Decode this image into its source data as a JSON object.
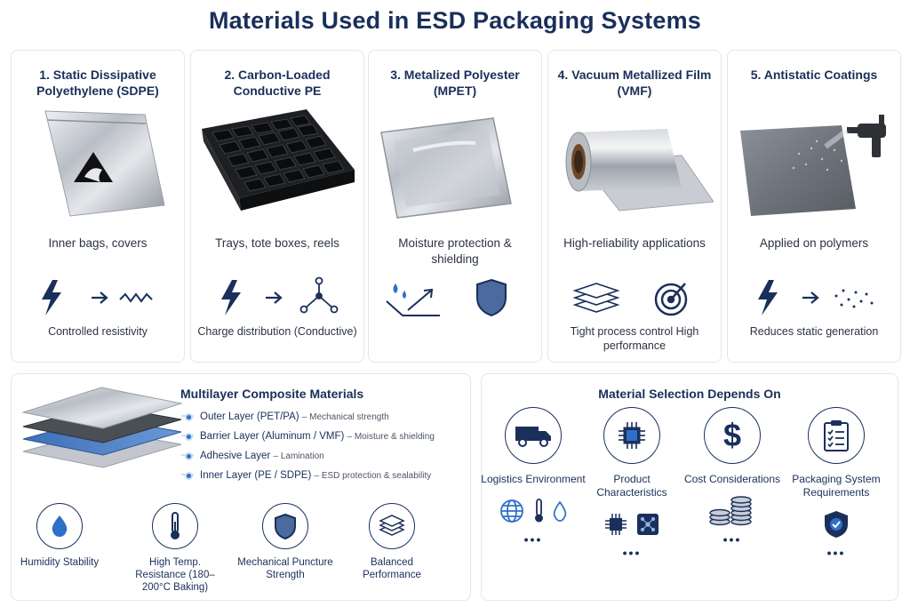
{
  "title": "Materials Used in ESD Packaging Systems",
  "colors": {
    "navy": "#1a2f5a",
    "blue": "#2f6fc9",
    "gray": "#9aa1ab"
  },
  "cards": [
    {
      "title": "1. Static Dissipative Polyethylene (SDPE)",
      "image": "silver-esd-bag",
      "use": "Inner bags, covers",
      "icons": [
        "lightning-icon",
        "arrow-right-icon",
        "zigzag-icon"
      ],
      "property": "Controlled resistivity"
    },
    {
      "title": "2. Carbon-Loaded Conductive PE",
      "image": "black-conductive-tray",
      "use": "Trays, tote boxes, reels",
      "icons": [
        "lightning-icon",
        "arrow-right-icon",
        "network-icon"
      ],
      "property": "Charge distribution (Conductive)"
    },
    {
      "title": "3. Metalized Polyester (MPET)",
      "image": "metalized-pouch",
      "use": "Moisture protection & shielding",
      "icons": [
        "water-drops-deflect-icon",
        "shield-icon"
      ],
      "property": ""
    },
    {
      "title": "4. Vacuum Metallized Film (VMF)",
      "image": "film-roll",
      "use": "High-reliability applications",
      "icons": [
        "layers-icon",
        "target-icon"
      ],
      "property": "Tight process control High performance"
    },
    {
      "title": "5. Antistatic Coatings",
      "image": "spray-gun-coating",
      "use": "Applied on polymers",
      "icons": [
        "lightning-icon",
        "arrow-right-icon",
        "dots-icon"
      ],
      "property": "Reduces static generation"
    }
  ],
  "multilayer": {
    "title": "Multilayer Composite Materials",
    "layers": [
      {
        "name": "Outer Layer (PET/PA)",
        "desc": "– Mechanical strength"
      },
      {
        "name": "Barrier Layer (Aluminum / VMF)",
        "desc": "– Moisture & shielding"
      },
      {
        "name": "Adhesive Layer",
        "desc": "– Lamination"
      },
      {
        "name": "Inner Layer (PE / SDPE)",
        "desc": "– ESD protection & sealability"
      }
    ],
    "features": [
      {
        "label": "Humidity Stability",
        "icon": "water-drop-icon"
      },
      {
        "label": "High Temp. Resistance (180–200°C Baking)",
        "icon": "thermometer-icon"
      },
      {
        "label": "Mechanical Puncture Strength",
        "icon": "shield-icon"
      },
      {
        "label": "Balanced Performance",
        "icon": "layers-icon"
      }
    ]
  },
  "selection": {
    "title": "Material Selection Depends On",
    "factors": [
      {
        "label": "Logistics Environment",
        "icon": "truck-icon",
        "more": "•••"
      },
      {
        "label": "Product Characteristics",
        "icon": "chip-icon",
        "more": "•••"
      },
      {
        "label": "Cost Considerations",
        "icon": "dollar-icon",
        "more": "•••"
      },
      {
        "label": "Packaging System Requirements",
        "icon": "checklist-icon",
        "more": "•••"
      }
    ]
  }
}
